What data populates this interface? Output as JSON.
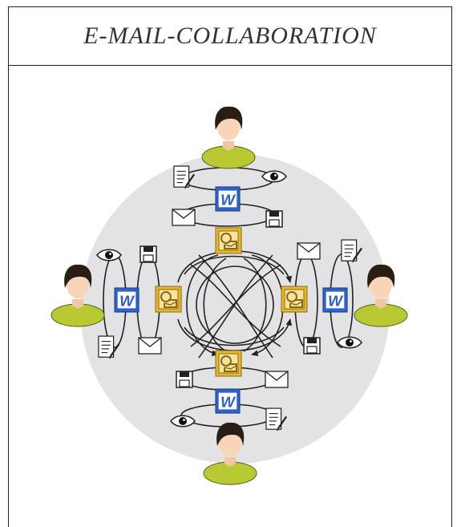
{
  "title": "E-MAIL-COLLABORATION",
  "colors": {
    "background_circle": "#e3e3e6",
    "person_body": "#b9c933",
    "person_skin": "#f8d4b8",
    "person_hair": "#2a1e14",
    "word_blue": "#2f62c9",
    "outlook_yellow": "#e5b830",
    "line": "#222222"
  },
  "diagram": {
    "people": [
      "person-top",
      "person-right",
      "person-bottom",
      "person-left"
    ],
    "icons": [
      "word-doc-icon",
      "outlook-icon",
      "envelope-icon",
      "document-icon",
      "eye-icon",
      "save-disk-icon"
    ]
  }
}
